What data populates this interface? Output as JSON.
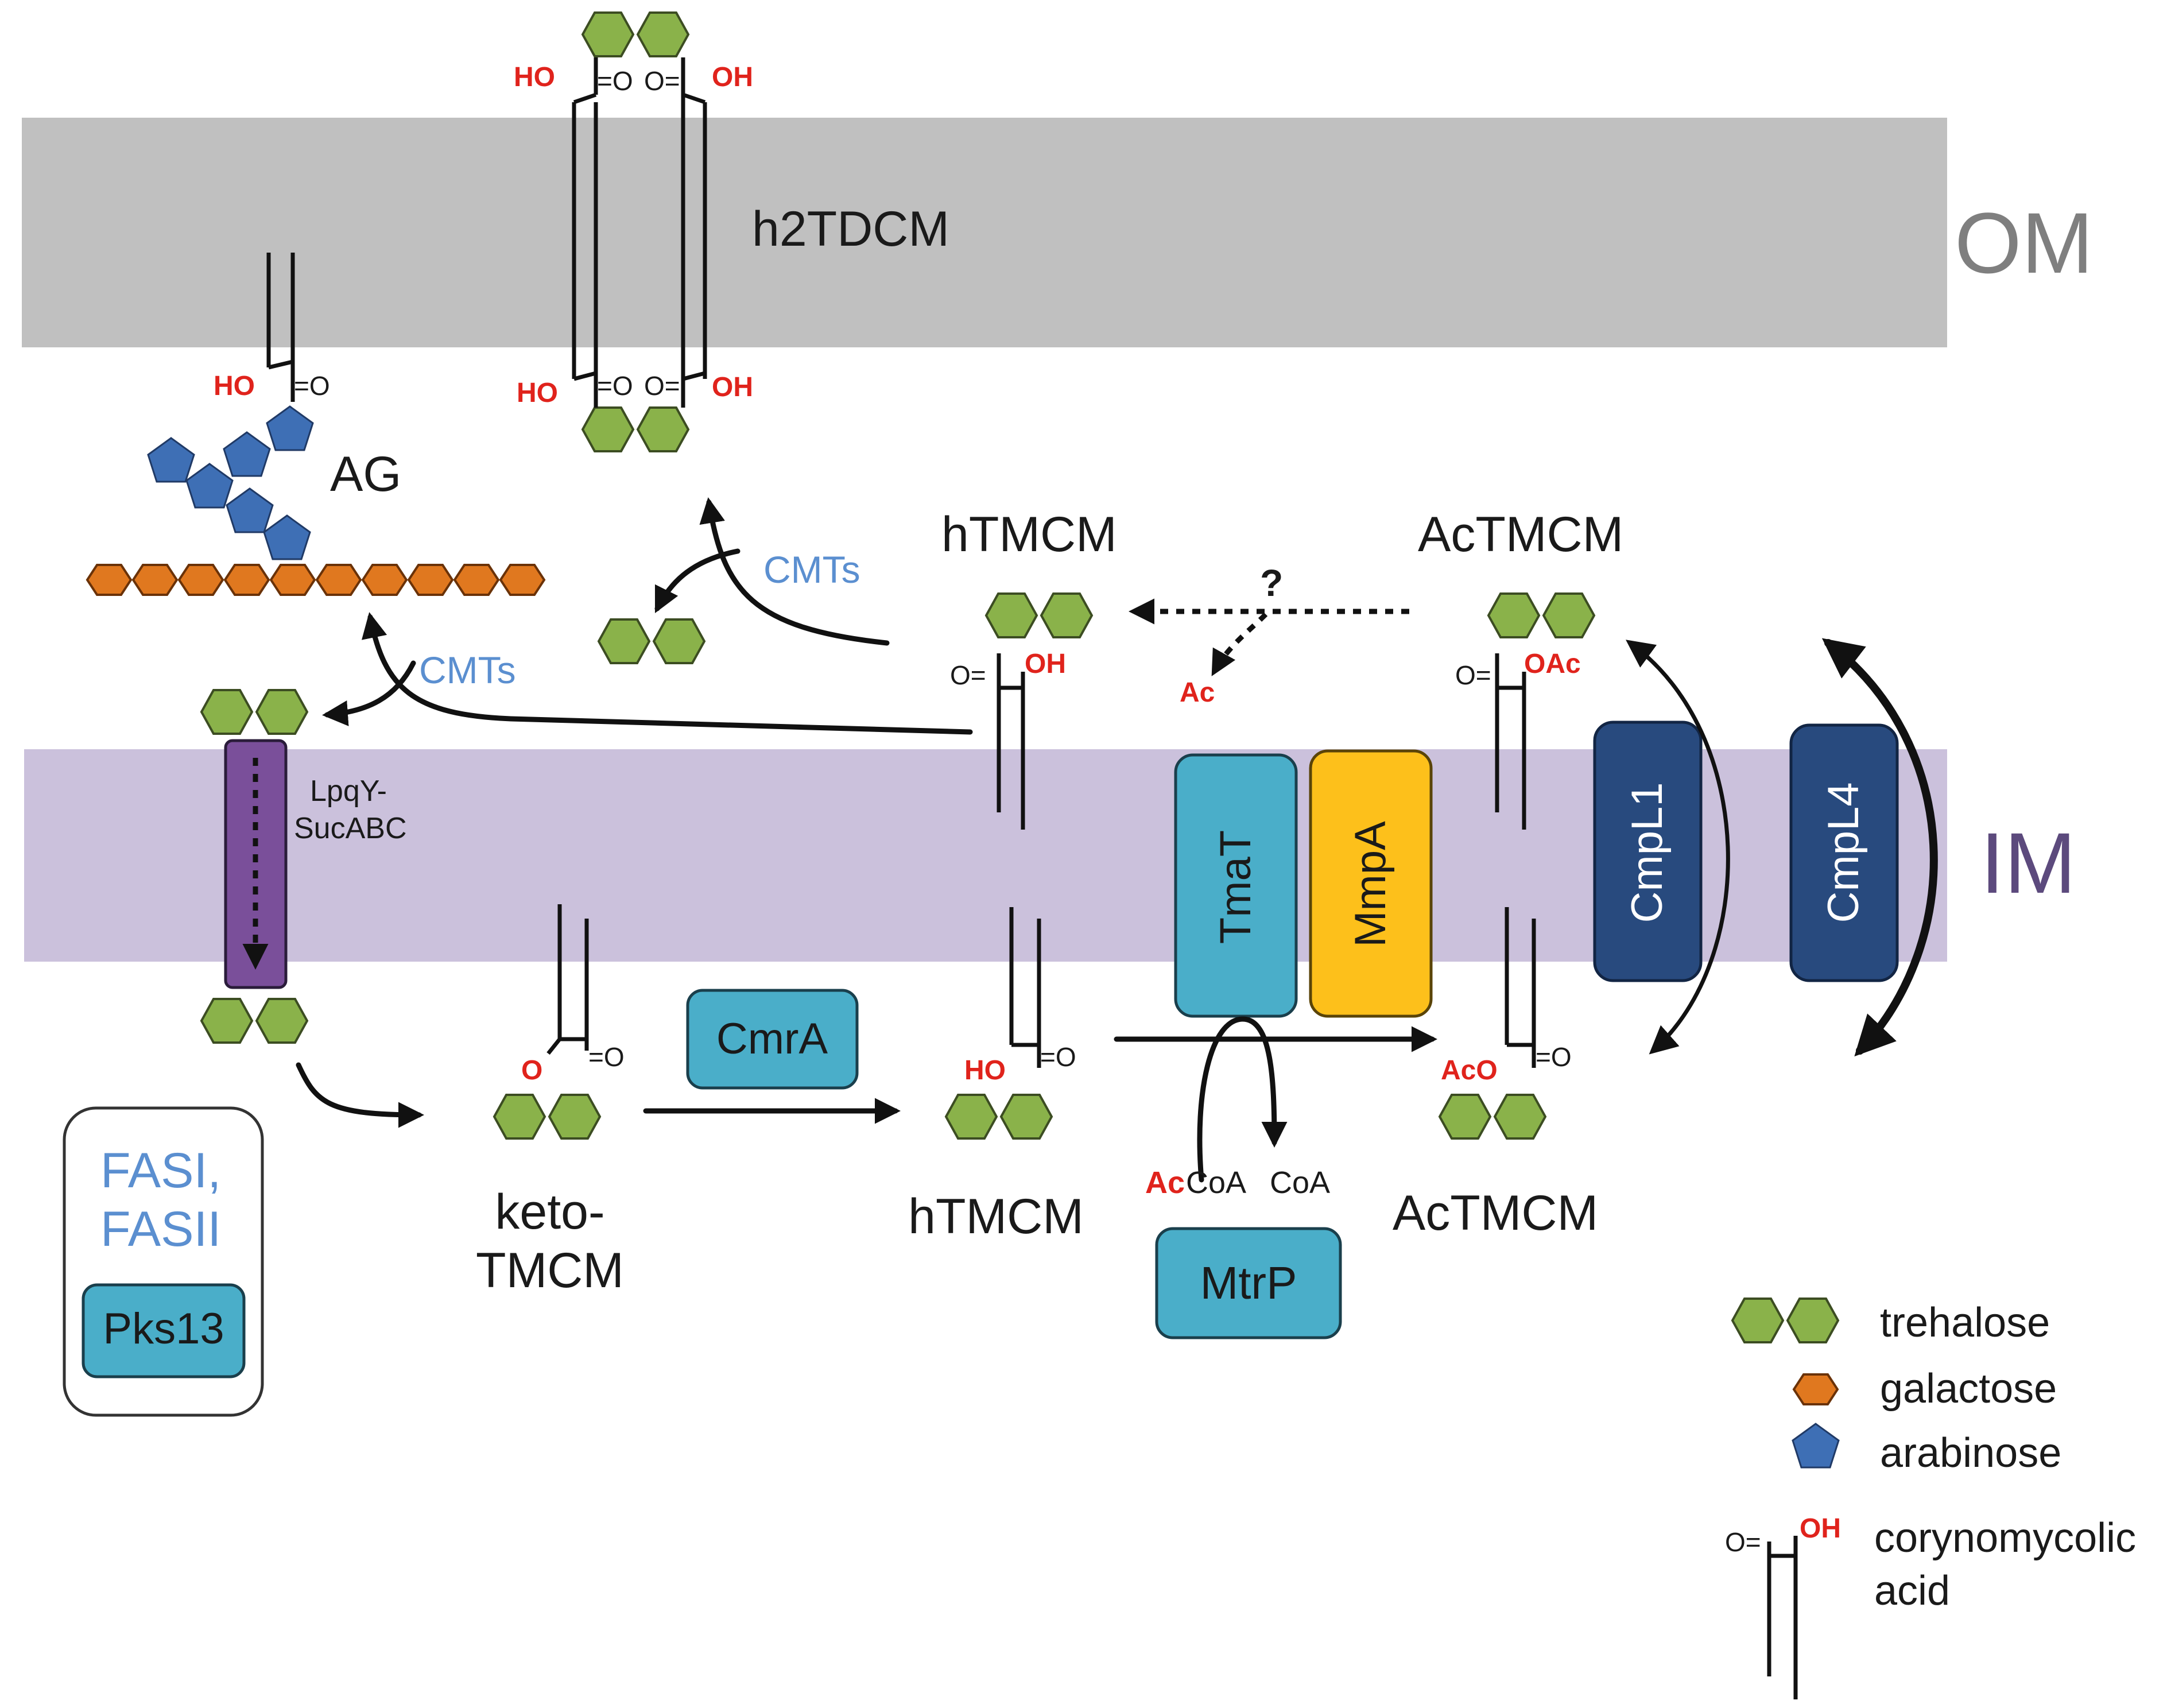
{
  "membranes": {
    "outer": {
      "label": "OM",
      "color": "#c0c0c0",
      "label_color": "#7f7f7f"
    },
    "inner": {
      "label": "IM",
      "color": "#cbc1dc",
      "label_color": "#5c4a7d"
    }
  },
  "compounds": {
    "h2tdcm": "h2TDCM",
    "ag": "AG",
    "htmcm_top": "hTMCM",
    "actmcm_top": "AcTMCM",
    "keto_line1": "keto-",
    "keto_line2": "TMCM",
    "htmcm_bottom": "hTMCM",
    "actmcm_bottom": "AcTMCM"
  },
  "proteins": {
    "cmra": "CmrA",
    "tmat": "TmaT",
    "mmpa": "MmpA",
    "cmpl1": "CmpL1",
    "cmpl4": "CmpL4",
    "mtrp": "MtrP",
    "pks13": "Pks13",
    "lpqy_line1": "LpqY-",
    "lpqy_line2": "SucABC",
    "fas_line1": "FASI,",
    "fas_line2": "FASII"
  },
  "arrow_labels": {
    "cmts_upper": "CMTs",
    "cmts_lower": "CMTs",
    "question": "?",
    "ac": "Ac",
    "accoa_ac": "Ac",
    "accoa_coa": "CoA",
    "coa": "CoA"
  },
  "chem_labels": {
    "oh": "OH",
    "ho": "HO",
    "o": "O",
    "ao": "O",
    "oac": "OAc",
    "aco": "AcO",
    "eq_o_right": "=O",
    "o_eq_left": "O="
  },
  "legend": {
    "trehalose": "trehalose",
    "galactose": "galactose",
    "arabinose": "arabinose",
    "acid_line1": "corynomycolic",
    "acid_line2": "acid",
    "acid_oh": "OH",
    "acid_o": "O="
  },
  "colors": {
    "teal_box": "#4aaec9",
    "yellow_box": "#fdc01b",
    "navy_box": "#284a7e",
    "purple_box": "#7a4f9a",
    "trehalose": "#8ab24a",
    "galactose": "#e0781f",
    "arabinose": "#3e6fb5",
    "red_text": "#e0231c",
    "blue_text": "#5b8fd0"
  }
}
